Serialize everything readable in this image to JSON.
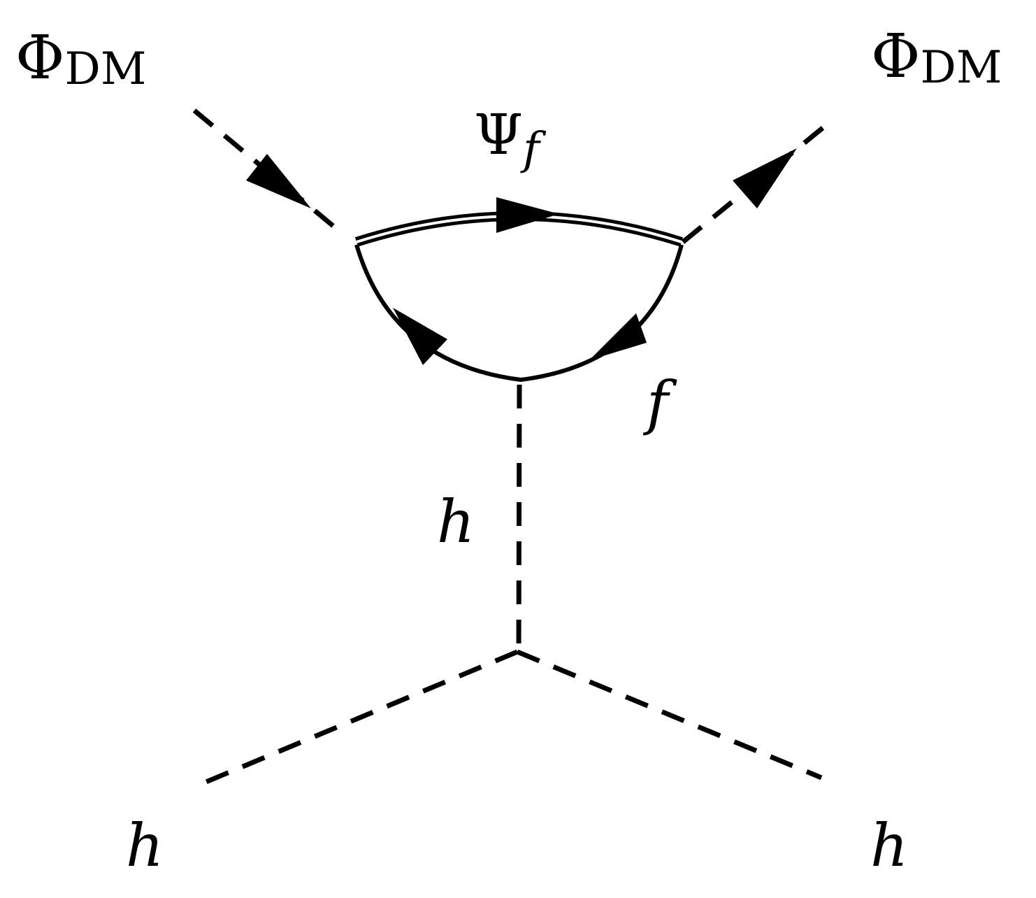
{
  "diagram": {
    "type": "feynman-diagram",
    "labels": {
      "dm_in": {
        "main": "Φ",
        "sub": "DM"
      },
      "dm_out": {
        "main": "Φ",
        "sub": "DM"
      },
      "psi": {
        "main": "Ψ",
        "sub": "f"
      },
      "fermion": "f",
      "higgs_propagator": "h",
      "higgs_left": "h",
      "higgs_right": "h"
    },
    "line_color": "#000000",
    "background": "#ffffff"
  }
}
